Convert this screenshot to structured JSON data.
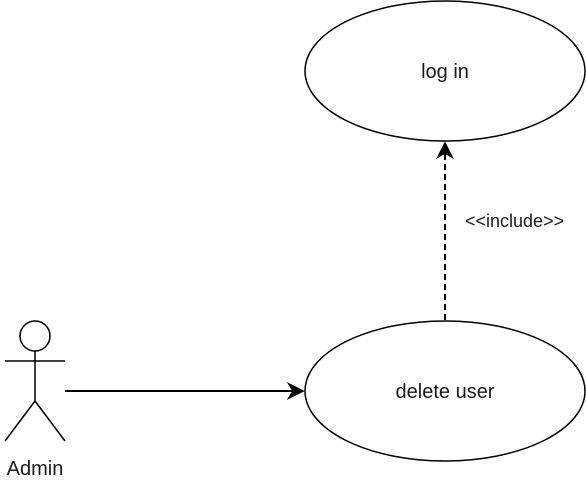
{
  "diagram": {
    "use_cases": {
      "login": "log in",
      "delete_user": "delete user"
    },
    "actor": {
      "name": "Admin"
    },
    "relationships": {
      "include_label": "<<include>>"
    }
  }
}
